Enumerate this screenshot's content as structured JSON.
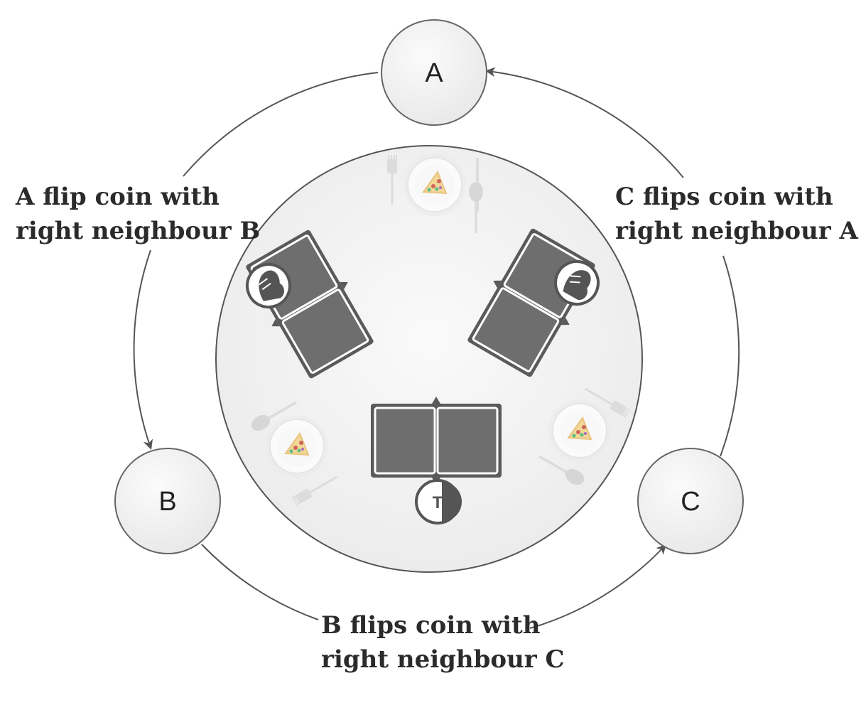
{
  "nodes": {
    "a": "A",
    "b": "B",
    "c": "C"
  },
  "edges": {
    "ab": {
      "line1": "A flip coin with",
      "line2": "right neighbour B"
    },
    "ca": {
      "line1": "C flips coin with",
      "line2": "right neighbour A"
    },
    "bc": {
      "line1": "B flips coin with",
      "line2": "right neighbour C"
    }
  },
  "coin_result": "T",
  "icons": [
    "pizza-plate-icon",
    "fork-icon",
    "spoon-icon",
    "open-menu-icon",
    "coin-icon"
  ],
  "colors": {
    "node_fill": "#f2f2f2",
    "node_stroke": "#666666",
    "table_fill": "#f4f4f4",
    "menu_fill": "#6b6b6b",
    "arrow": "#555555"
  }
}
